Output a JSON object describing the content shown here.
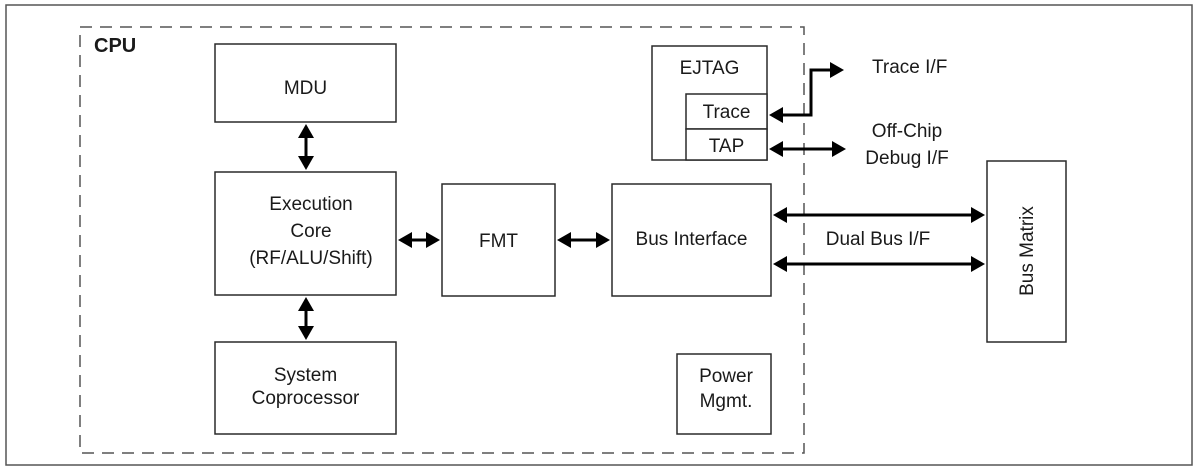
{
  "cpu": {
    "label": "CPU"
  },
  "blocks": {
    "mdu": "MDU",
    "execution_core": [
      "Execution",
      "Core",
      "(RF/ALU/Shift)"
    ],
    "system_coprocessor": [
      "System",
      "Coprocessor"
    ],
    "fmt": "FMT",
    "bus_interface": "Bus Interface",
    "power_mgmt": [
      "Power",
      "Mgmt."
    ],
    "ejtag": "EJTAG",
    "trace": "Trace",
    "tap": "TAP",
    "bus_matrix": "Bus Matrix"
  },
  "interfaces": {
    "trace_if": "Trace I/F",
    "off_chip_debug_if": [
      "Off-Chip",
      "Debug I/F"
    ],
    "dual_bus_if": "Dual Bus I/F"
  }
}
